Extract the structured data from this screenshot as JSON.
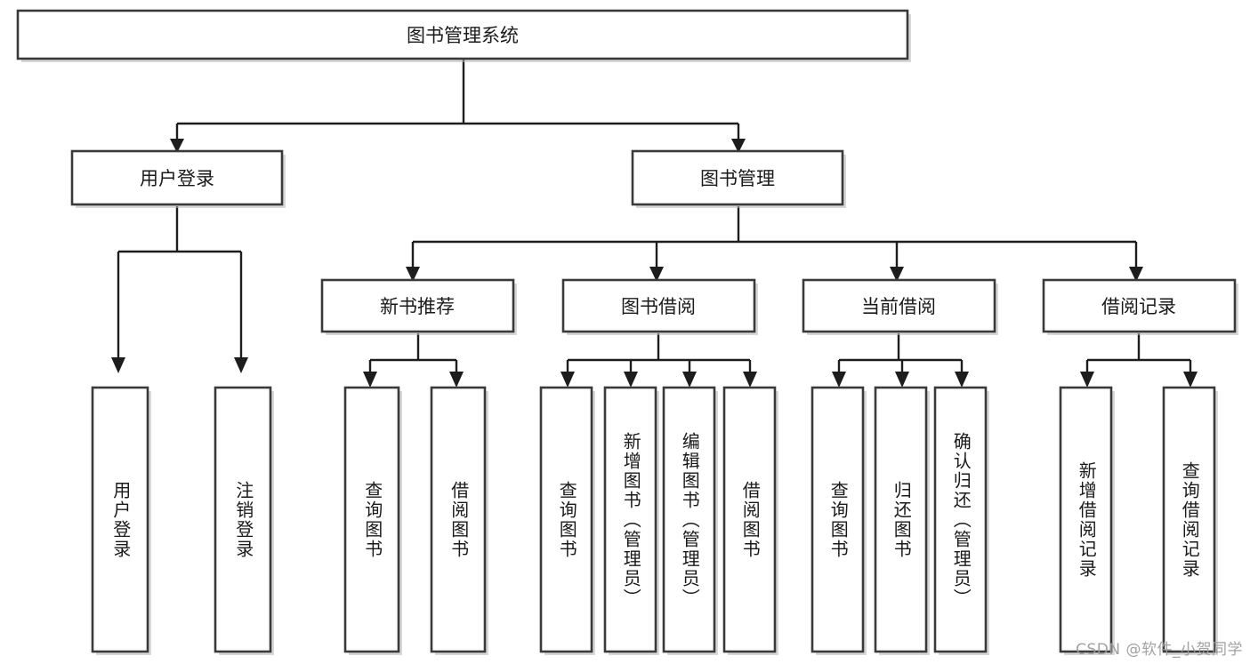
{
  "diagram": {
    "type": "tree-hierarchy-chart",
    "title_text": "图书管理系统",
    "orientation": "top-down",
    "colors": {
      "background": "#ffffff",
      "box_fill": "#ffffff",
      "box_stroke": "#3a3a3a",
      "connector": "#1d1d1d",
      "text": "#1a1a1a",
      "watermark": "#9b9b9b"
    },
    "root": {
      "id": "root",
      "label": "图书管理系统"
    },
    "level2": [
      {
        "id": "user-login",
        "label": "用户登录"
      },
      {
        "id": "book-manage",
        "label": "图书管理"
      }
    ],
    "level3": [
      {
        "id": "new-book-recommend",
        "label": "新书推荐",
        "parent": "book-manage"
      },
      {
        "id": "book-borrow",
        "label": "图书借阅",
        "parent": "book-manage"
      },
      {
        "id": "current-borrow",
        "label": "当前借阅",
        "parent": "book-manage"
      },
      {
        "id": "borrow-record",
        "label": "借阅记录",
        "parent": "book-manage"
      }
    ],
    "leaves": {
      "user-login": [
        {
          "id": "leaf-user-login",
          "label": "用户登录"
        },
        {
          "id": "leaf-user-logout",
          "label": "注销登录"
        }
      ],
      "new-book-recommend": [
        {
          "id": "leaf-query-book-1",
          "label": "查询图书"
        },
        {
          "id": "leaf-borrow-book-1",
          "label": "借阅图书"
        }
      ],
      "book-borrow": [
        {
          "id": "leaf-query-book-2",
          "label": "查询图书"
        },
        {
          "id": "leaf-add-book",
          "label": "新增图书（管理员）"
        },
        {
          "id": "leaf-edit-book",
          "label": "编辑图书（管理员）"
        },
        {
          "id": "leaf-borrow-book-2",
          "label": "借阅图书"
        }
      ],
      "current-borrow": [
        {
          "id": "leaf-query-book-3",
          "label": "查询图书"
        },
        {
          "id": "leaf-return-book",
          "label": "归还图书"
        },
        {
          "id": "leaf-confirm-return",
          "label": "确认归还（管理员）"
        }
      ],
      "borrow-record": [
        {
          "id": "leaf-add-record",
          "label": "新增借阅记录"
        },
        {
          "id": "leaf-query-record",
          "label": "查询借阅记录"
        }
      ]
    }
  },
  "watermark": {
    "text": "CSDN @软件_小贺同学"
  }
}
